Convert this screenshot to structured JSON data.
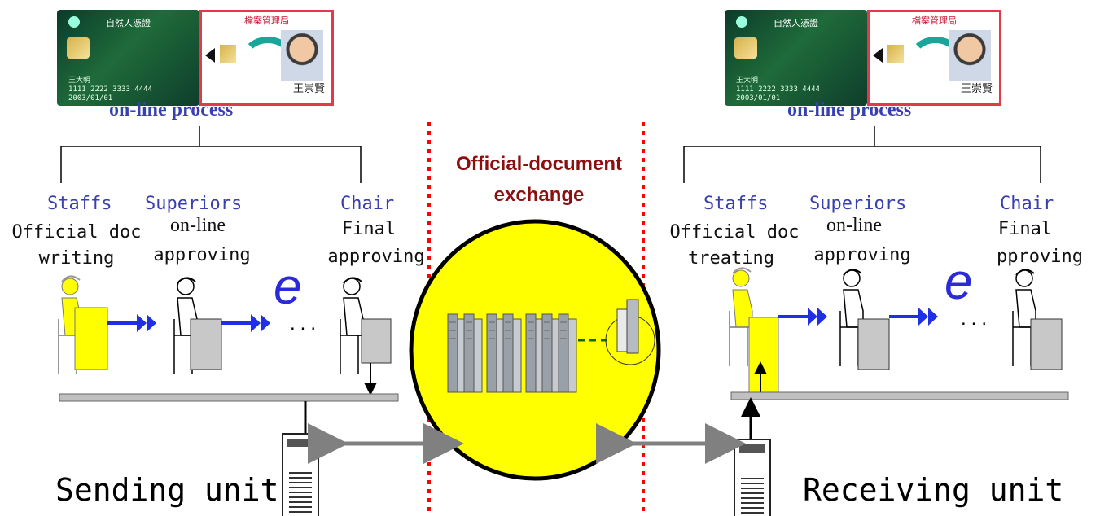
{
  "left": {
    "process_label": "on-line process",
    "roles": [
      "Staffs",
      "Superiors",
      "Chair"
    ],
    "desc_staff": [
      "Official doc",
      "writing"
    ],
    "desc_superior": [
      "on-line",
      "approving"
    ],
    "desc_chair": [
      "Final",
      "approving"
    ],
    "unit_label": "Sending unit",
    "card": {
      "header": "檔案管理局",
      "name": "王崇賢"
    }
  },
  "right": {
    "process_label": "on-line process",
    "roles": [
      "Staffs",
      "Superiors",
      "Chair"
    ],
    "desc_staff": [
      "Official doc",
      "treating"
    ],
    "desc_superior": [
      "on-line",
      "approving"
    ],
    "desc_chair": [
      "Final",
      "pproving"
    ],
    "unit_label": "Receiving unit",
    "card": {
      "header": "檔案管理局",
      "name": "王崇賢"
    }
  },
  "center": {
    "title_line1": "Official-document",
    "title_line2": "exchange"
  },
  "e_symbol": "e",
  "ellipsis": "...",
  "colors": {
    "role_text": "#3a3fb0",
    "exchange_text": "#8b0f0f",
    "flow_arrow": "#1f2fe6",
    "boundary": "#ff0000",
    "cloud_fill": "#ffff00",
    "staff_fill": "#ffff00"
  }
}
